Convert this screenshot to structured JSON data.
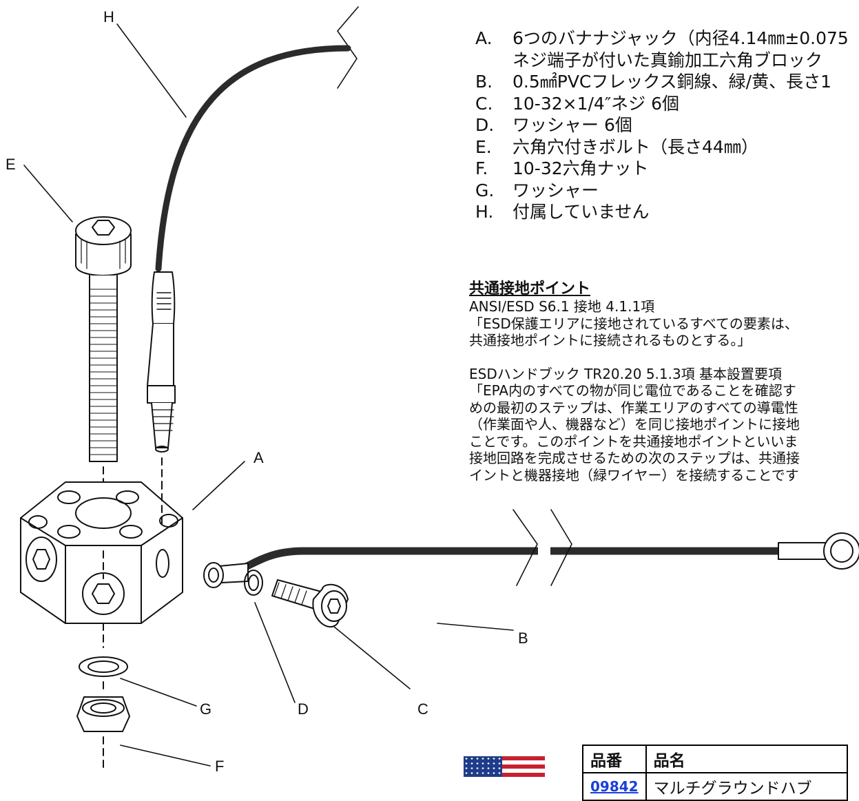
{
  "diagram_labels": {
    "A": "A",
    "B": "B",
    "C": "C",
    "D": "D",
    "E": "E",
    "F": "F",
    "G": "G",
    "H": "H"
  },
  "parts_list": [
    {
      "key": "A.",
      "text": "6つのバナナジャック（内径4.14㎜±0.075"
    },
    {
      "key": "",
      "text": "ネジ端子が付いた真鍮加工六角ブロック"
    },
    {
      "key": "B.",
      "text": "0.5㎟PVCフレックス銅線、緑/黄、長さ1"
    },
    {
      "key": "C.",
      "text": "10-32×1/4″ネジ 6個"
    },
    {
      "key": "D.",
      "text": "ワッシャー 6個"
    },
    {
      "key": "E.",
      "text": "六角穴付きボルト（長さ44㎜）"
    },
    {
      "key": "F.",
      "text": "10-32六角ナット"
    },
    {
      "key": "G.",
      "text": "ワッシャー"
    },
    {
      "key": "H.",
      "text": "付属していません"
    }
  ],
  "section": {
    "heading": "共通接地ポイント",
    "lines1": [
      "ANSI/ESD S6.1 接地 4.1.1項",
      "「ESD保護エリアに接地されているすべての要素は、",
      "共通接地ポイントに接続されるものとする。」"
    ],
    "lines2": [
      "ESDハンドブック TR20.20 5.1.3項 基本設置要項",
      "「EPA内のすべての物が同じ電位であることを確認す",
      "めの最初のステップは、作業エリアのすべての導電性",
      "（作業面や人、機器など）を同じ接地ポイントに接地",
      "ことです。このポイントを共通接地ポイントといいま",
      "接地回路を完成させるための次のステップは、共通接",
      "イントと機器接地（緑ワイヤー）を接続することです"
    ]
  },
  "table": {
    "headers": [
      "品番",
      "品名"
    ],
    "rows": [
      {
        "no": "09842",
        "name": "マルチグラウンドハブ"
      }
    ]
  },
  "colors": {
    "line": "#111111",
    "link": "#1a3fd8",
    "flag_red": "#c8202f",
    "flag_blue": "#1f3c88"
  },
  "icons": {
    "flag": "us-flag-icon"
  }
}
